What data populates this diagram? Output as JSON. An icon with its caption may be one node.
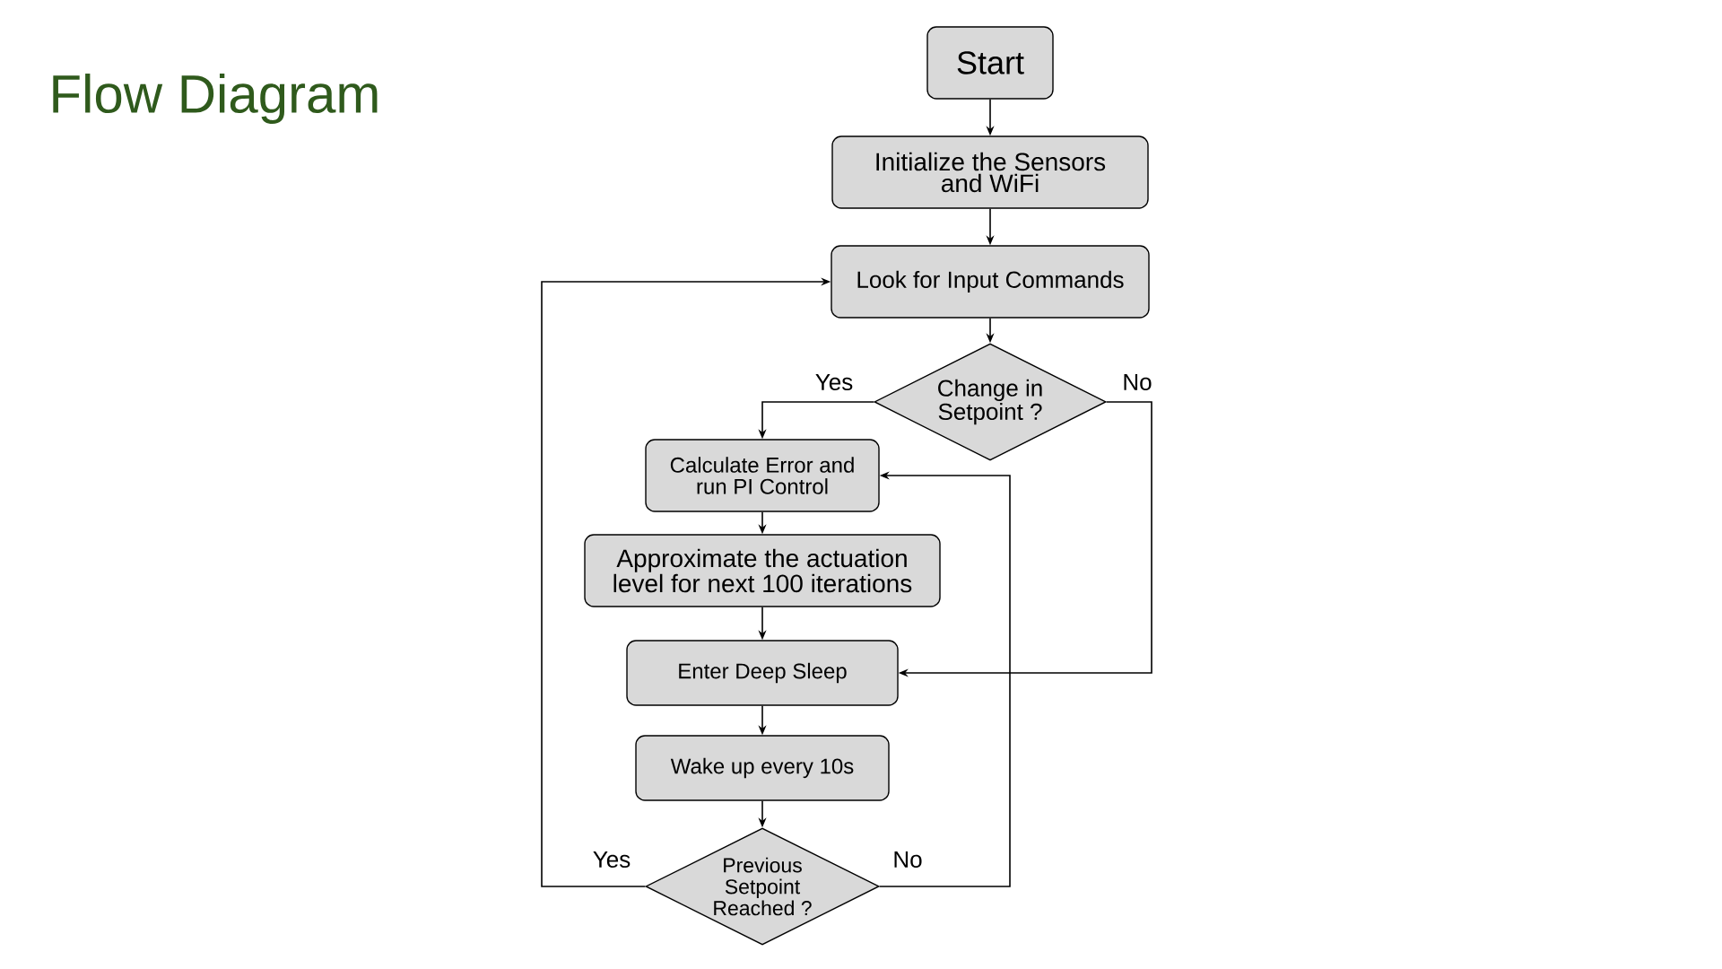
{
  "diagram": {
    "title": "Flow Diagram",
    "nodes": [
      {
        "text": [
          "Start"
        ]
      },
      {
        "text": [
          "Initialize the Sensors and WiFi"
        ]
      },
      {
        "text": [
          "Look for Input Commands"
        ]
      },
      {
        "text": [
          "Change in Setpoint ?"
        ]
      },
      {
        "text": [
          "Calculate Error and run PI Control"
        ]
      },
      {
        "text": [
          "Approximate the actuation level for next 100 iterations"
        ]
      },
      {
        "text": [
          "Enter Deep Sleep"
        ]
      },
      {
        "text": [
          "Wake up every 10s"
        ]
      },
      {
        "text": [
          "Previous Setpoint Reached ?"
        ]
      }
    ],
    "edges": [
      {
        "from": 0,
        "to": 1,
        "arrow": "to"
      },
      {
        "from": 1,
        "to": 2,
        "arrow": "to"
      },
      {
        "from": 2,
        "to": 3,
        "arrow": "to"
      },
      {
        "from": 3,
        "to": 4,
        "arrow": "to",
        "label": "Yes"
      },
      {
        "from": 3,
        "to": 6,
        "arrow": "to",
        "label": "No"
      },
      {
        "from": 4,
        "to": 5,
        "arrow": "to"
      },
      {
        "from": 5,
        "to": 6,
        "arrow": "to"
      },
      {
        "from": 6,
        "to": 7,
        "arrow": "to"
      },
      {
        "from": 7,
        "to": 8,
        "arrow": "to"
      },
      {
        "from": 8,
        "to": 2,
        "arrow": "to",
        "label": "Yes"
      },
      {
        "from": 8,
        "to": 4,
        "arrow": "to",
        "label": "No"
      }
    ]
  }
}
